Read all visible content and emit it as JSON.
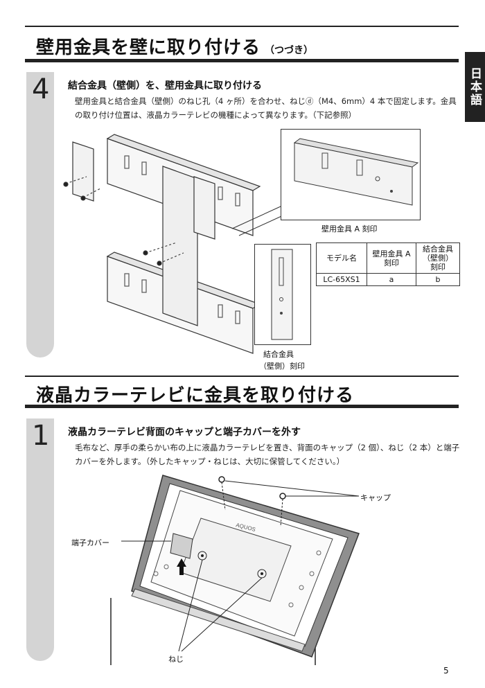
{
  "section1": {
    "title": "壁用金具を壁に取り付ける",
    "title_sub": "（つづき）"
  },
  "language_tab": "日本語",
  "step4": {
    "number": "4",
    "heading": "結合金具（壁側）を、壁用金具に取り付ける",
    "body": "壁用金具と結合金具（壁側）のねじ孔（4 ヶ所）を合わせ、ねじⓓ（M4、6mm）4 本で固定します。金具の取り付け位置は、液晶カラーテレビの機種によって異なります。（下記参照）",
    "label_wall_bracket": "壁用金具 A 刻印",
    "label_joint_line1": "結合金具",
    "label_joint_line2": "（壁側）刻印",
    "table": {
      "headers": [
        "モデル名",
        "壁用金具 A\n刻印",
        "結合金具\n（壁側）\n刻印"
      ],
      "rows": [
        [
          "LC-65XS1",
          "a",
          "b"
        ]
      ]
    }
  },
  "section2": {
    "title": "液晶カラーテレビに金具を取り付ける"
  },
  "step1": {
    "number": "1",
    "heading": "液晶カラーテレビ背面のキャップと端子カバーを外す",
    "body": "毛布など、厚手の柔らかい布の上に液晶カラーテレビを置き、背面のキャップ（2 個）、ねじ（2 本）と端子カバーを外します。（外したキャップ・ねじは、大切に保管してください。）",
    "label_cap": "キャップ",
    "label_terminal_cover": "端子カバー",
    "label_screw": "ねじ",
    "brand": "AQUOS"
  },
  "page_number": "5"
}
